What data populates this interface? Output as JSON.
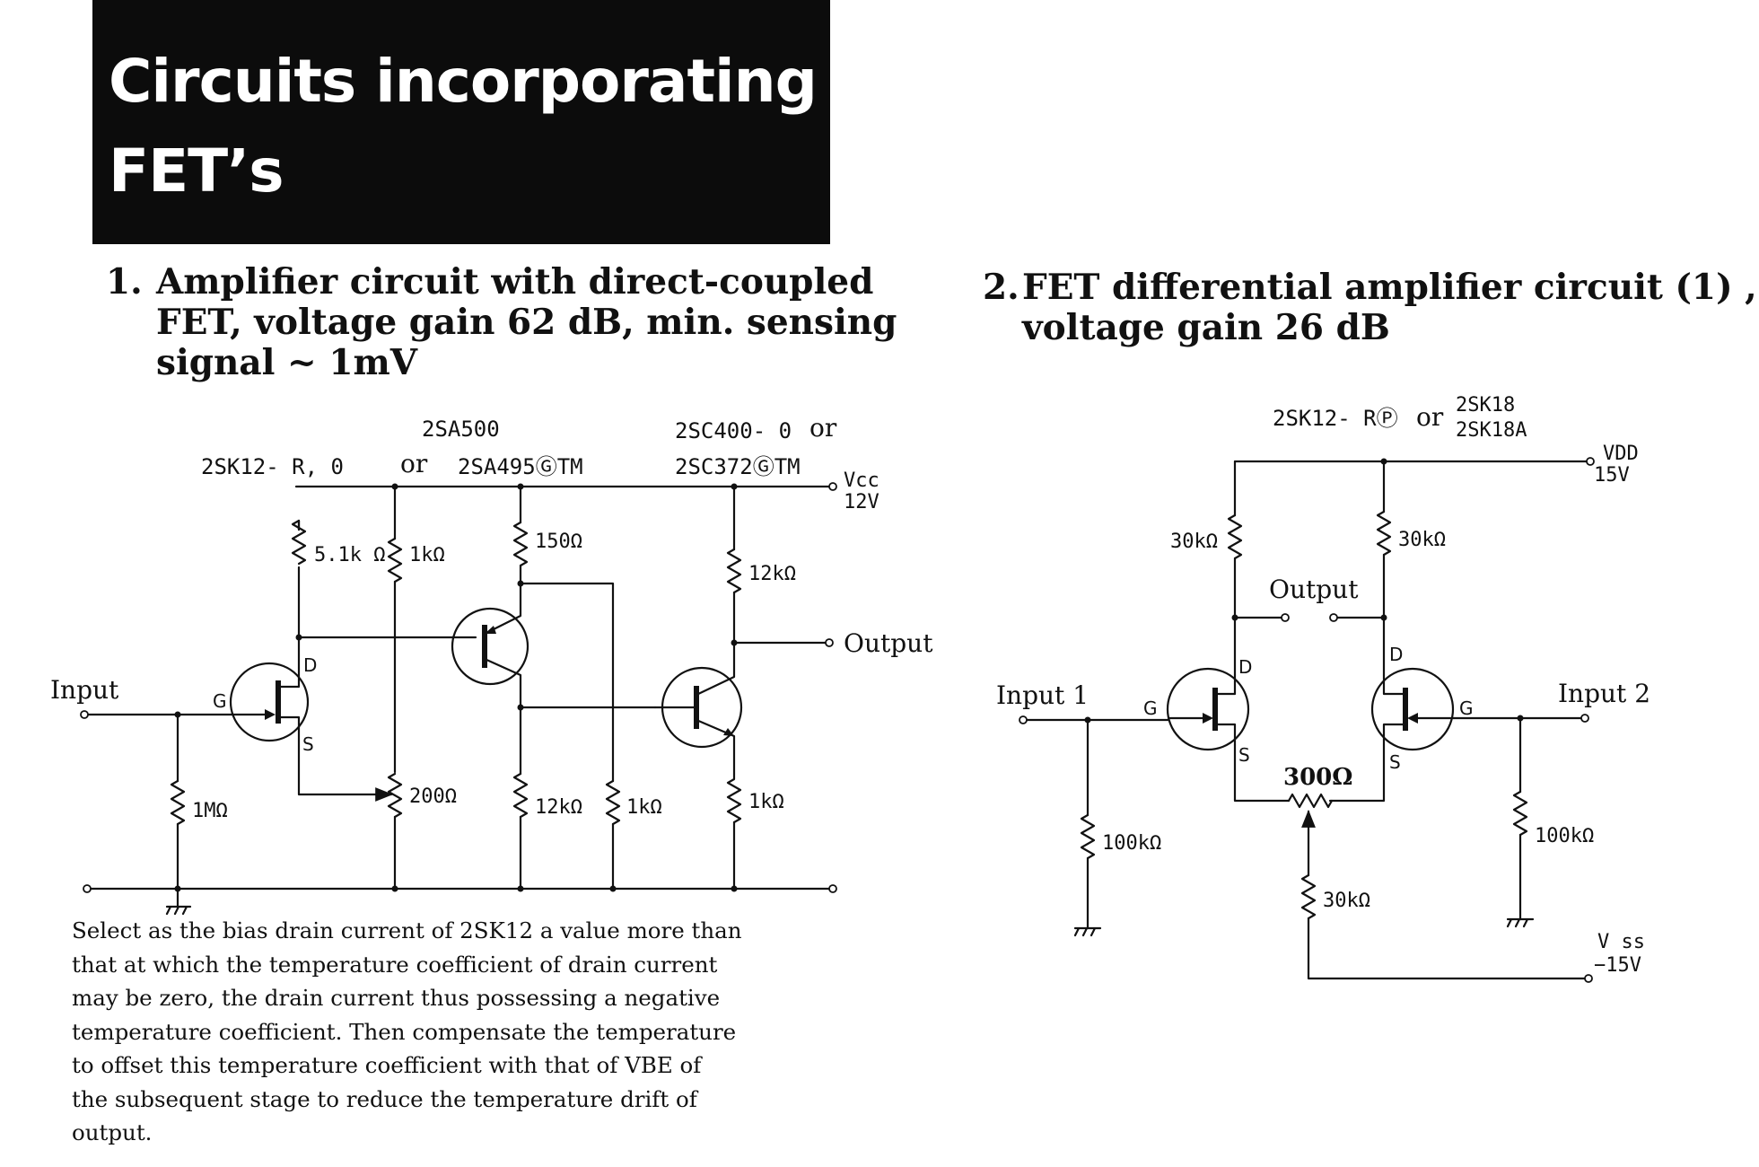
{
  "banner": {
    "title_line_1": "Circuits incorporating",
    "title_line_2": "FET’s"
  },
  "section_1": {
    "number": "1.",
    "heading_lines": [
      "Amplifier circuit with direct-coupled",
      "FET, voltage gain 62 dB, min. sensing",
      "signal ~ 1mV"
    ],
    "labels": {
      "fet_part": "2SK12- R, 0",
      "transistor_1_part_top": "2SA500",
      "transistor_1_or": "or",
      "transistor_1_part_bottom": "2SA495ⒼTM",
      "transistor_2_part_top": "2SC400- 0",
      "transistor_2_or": "or",
      "transistor_2_part_bottom": "2SC372ⒼTM",
      "supply_name": "Vcc",
      "supply_voltage": "12V",
      "input": "Input",
      "output": "Output",
      "gate": "G",
      "drain": "D",
      "source": "S",
      "r_drain": "5.1k Ω",
      "r_1k_top": "1kΩ",
      "r_150": "150Ω",
      "r_12k_top": "12kΩ",
      "r_gate": "1MΩ",
      "r_200": "200Ω",
      "r_12k_bottom": "12kΩ",
      "r_1k_mid": "1kΩ",
      "r_1k_bottom": "1kΩ"
    },
    "note_lines": [
      "Select as the bias drain current of 2SK12 a value more than",
      "that at which the temperature coefficient of drain current",
      "may be zero, the drain current thus possessing a negative",
      "temperature coefficient. Then compensate the temperature",
      "to offset this temperature coefficient with that of VBE of",
      "the subsequent stage to reduce the temperature drift of",
      "output."
    ]
  },
  "section_2": {
    "number": "2.",
    "heading_lines": [
      "FET differential amplifier circuit (1) ,",
      "voltage gain 26 dB"
    ],
    "labels": {
      "fet_part": "2SK12- RⓅ",
      "fet_or": "or",
      "fet_alt_part_1": "2SK18",
      "fet_alt_part_2": "2SK18A",
      "vdd_name": "VDD",
      "vdd_voltage": "15V",
      "vss_name": "V ss",
      "vss_voltage": "−15V",
      "output": "Output",
      "input_1": "Input 1",
      "input_2": "Input 2",
      "gate_left": "G",
      "gate_right": "G",
      "drain_left": "D",
      "drain_right": "D",
      "source_left": "S",
      "source_right": "S",
      "r_drain_left": "30kΩ",
      "r_drain_right": "30kΩ",
      "r_balance": "300Ω",
      "r_gate_left": "100kΩ",
      "r_gate_right": "100kΩ",
      "r_tail": "30kΩ"
    }
  }
}
